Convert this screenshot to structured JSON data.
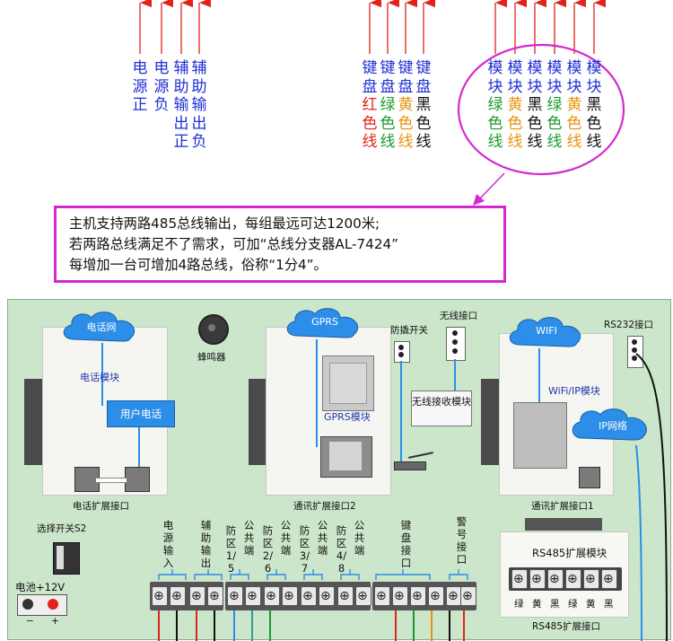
{
  "top_labels": {
    "power_pos": "电源正",
    "power_neg": "电源负",
    "aux_pos": "辅助输出正",
    "aux_neg": "辅助输出负",
    "kb_red": [
      "键盘",
      "红",
      "色线"
    ],
    "kb_green": [
      "键盘",
      "绿",
      "色线"
    ],
    "kb_yellow": [
      "键盘",
      "黄",
      "色线"
    ],
    "kb_black": [
      "键盘",
      "黑",
      "色线"
    ],
    "mod_cols": [
      {
        "top": "模块",
        "color": "绿",
        "tone": "green",
        "bottom": "色线"
      },
      {
        "top": "模块",
        "color": "黄",
        "tone": "orange",
        "bottom": "色线"
      },
      {
        "top": "模块",
        "color": "黑",
        "tone": "black",
        "bottom": "色线"
      },
      {
        "top": "模块",
        "color": "绿",
        "tone": "green",
        "bottom": "色线"
      },
      {
        "top": "模块",
        "color": "黄",
        "tone": "orange",
        "bottom": "色线"
      },
      {
        "top": "模块",
        "color": "黑",
        "tone": "black",
        "bottom": "色线"
      }
    ]
  },
  "callout": {
    "line1": "主机支持两路485总线输出，每组最远可达1200米;",
    "line2": "若两路总线满足不了需求，可加“总线分支器AL-7424”",
    "line3": "每增加一台可增加4路总线，俗称“1分4”。"
  },
  "board": {
    "phone_cloud": "电话网",
    "phone_module": "电话模块",
    "user_phone": "用户电话",
    "phone_ext": "电话扩展接口",
    "buzzer": "蜂鸣器",
    "gprs_cloud": "GPRS",
    "gprs_module": "GPRS模块",
    "comm_ext2": "通讯扩展接口2",
    "tamper": "防撬开关",
    "wireless_port": "无线接口",
    "wireless_recv": "无线接收模块",
    "wifi_cloud": "WIFI",
    "wifi_ip_module": "WiFi/IP模块",
    "ip_cloud": "IP网络",
    "comm_ext1": "通讯扩展接口1",
    "rs232": "RS232接口",
    "switch_s2": "选择开关S2",
    "battery": "电池+12V",
    "bat_minus": "−",
    "bat_plus": "+",
    "terminal_labels": [
      "电源输入",
      "辅助输出",
      "防区1/5",
      "公共端",
      "防区2/6",
      "公共端",
      "防区3/7",
      "公共端",
      "防区4/8",
      "公共端",
      "键盘接口",
      "警号接口"
    ],
    "rs485_module": "RS485扩展模块",
    "rs485_colors": [
      "绿",
      "黄",
      "黑",
      "绿",
      "黄",
      "黑"
    ],
    "rs485_ext": "RS485扩展接口"
  },
  "colors": {
    "arrow": "#e2231a",
    "board": "#cbe6cb",
    "callout_border": "#d32ad0",
    "ellipse": "#d32ad0",
    "label_blue": "#1f2fd6",
    "module_blue": "#2c8ee8"
  }
}
